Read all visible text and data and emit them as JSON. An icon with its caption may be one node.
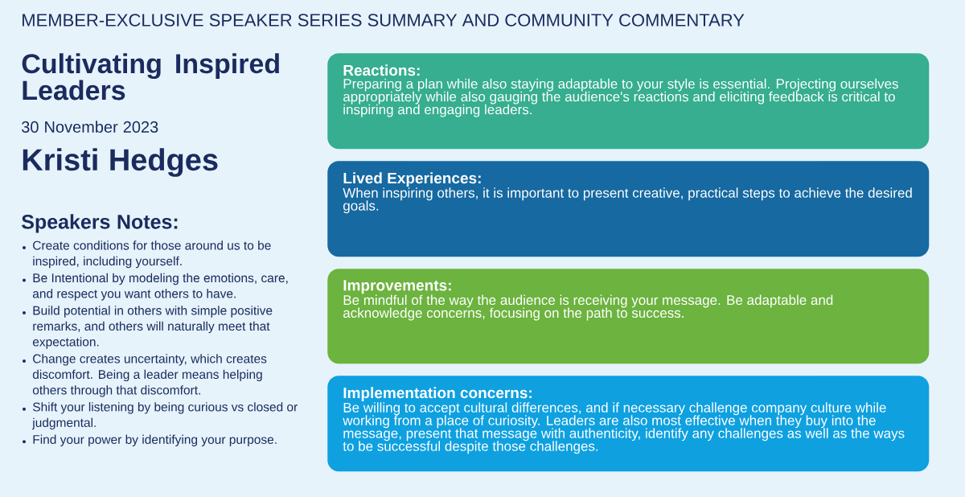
{
  "diagram": {
    "title": "MEMBER-EXCLUSIVE SPEAKER SERIES SUMMARY AND COMMUNITY COMMENTARY",
    "nodes": [
      {
        "text": [
          "Reactions:",
          "Preparing a plan while also staying adaptable to your style is essential. Projecting ourselves appropriately while also gauging the audience's reactions and eliciting feedback is critical to inspiring and engaging leaders."
        ]
      },
      {
        "text": [
          "Lived Experiences:",
          "When inspiring others, it is important to present creative, practical steps to achieve the desired goals."
        ]
      },
      {
        "text": [
          "Improvements:",
          "Be mindful of the way the audience is receiving your message. Be adaptable and acknowledge concerns, focusing on the path to success."
        ]
      },
      {
        "text": [
          "Implementation concerns:",
          "Be willing to accept cultural differences, and if necessary challenge company culture while working from a place of curiosity. Leaders are also most effective when they buy into the message, present that message with authenticity, identify any challenges as well as the ways to be successful despite those challenges."
        ]
      }
    ],
    "labels": [
      "Cultivating Inspired Leaders",
      "30 November 2023",
      "Kristi Hedges",
      "Speakers Notes:",
      "Create conditions for those around us to be inspired, including yourself.",
      "Be Intentional by modeling the emotions, care, and respect you want others to have.",
      "Build potential in others with simple positive remarks, and others will naturally meet that expectation.",
      "Change creates uncertainty, which creates discomfort. Being a leader means helping others through that discomfort.",
      "Shift your listening by being curious vs closed or judgmental.",
      "Find your power by identifying your purpose."
    ]
  }
}
